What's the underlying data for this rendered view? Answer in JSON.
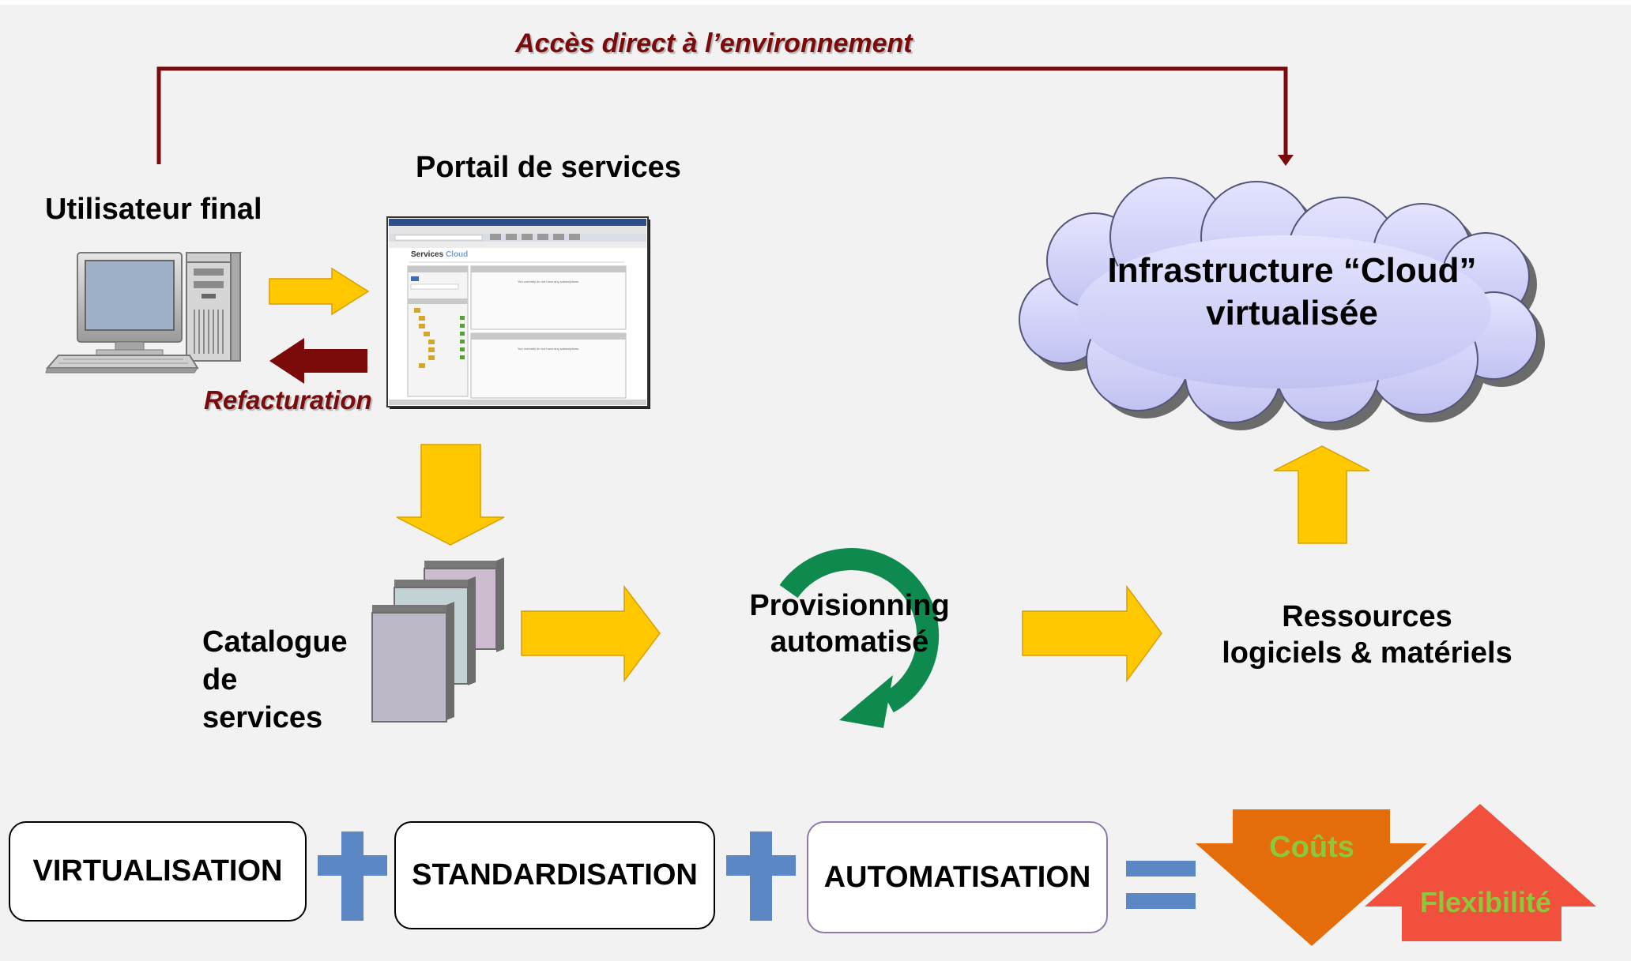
{
  "direct_access_label": "Accès direct à l’environnement",
  "end_user_label": "Utilisateur final",
  "portal_label": "Portail de services",
  "rebilling_label": "Refacturation",
  "cloud_label_line1": "Infrastructure “Cloud”",
  "cloud_label_line2": "virtualisée",
  "catalog_label_line1": "Catalogue",
  "catalog_label_line2": "de",
  "catalog_label_line3": "services",
  "provisioning_label_line1": "Provisionning",
  "provisioning_label_line2": "automatisé",
  "resources_label_line1": "Ressources",
  "resources_label_line2": "logiciels & matériels",
  "equation": {
    "term1": "VIRTUALISATION",
    "term2": "STANDARDISATION",
    "term3": "AUTOMATISATION",
    "down_label": "Coûts",
    "up_label": "Flexibilité"
  },
  "portal_screenshot": {
    "title_prefix": "Services",
    "title_suffix": "Cloud",
    "empty_message": "You currently do not have any subscriptions."
  },
  "colors": {
    "background": "#f2f2f2",
    "dark_red": "#7b0a0a",
    "yellow_arrow": "#ffc800",
    "green_cycle": "#0f8a4e",
    "cloud_fill": "#cfcff5",
    "plus_equals": "#5b87c5",
    "orange_arrow": "#e46c0a",
    "red_arrow": "#f0503c",
    "green_text": "#8cc83c"
  }
}
